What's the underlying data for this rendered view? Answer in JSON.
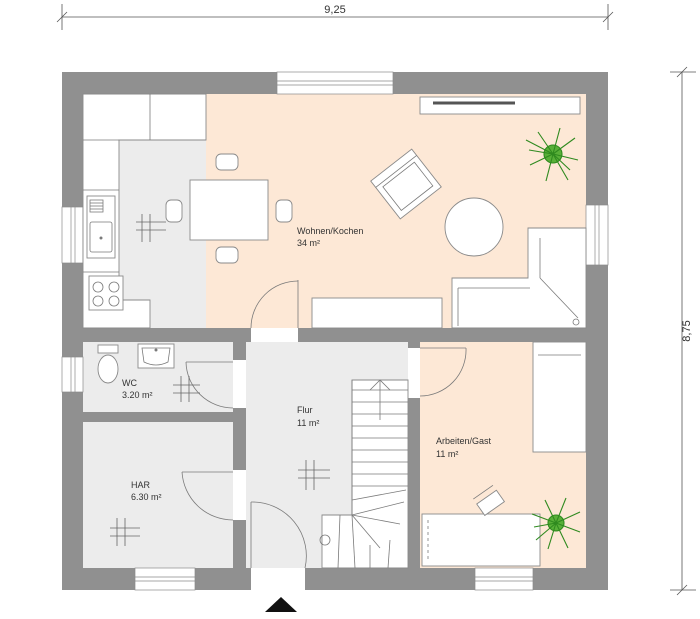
{
  "dimensions": {
    "width_label": "9,25",
    "height_label": "8,75"
  },
  "rooms": {
    "living": {
      "name": "Wohnen/Kochen",
      "area": "34 m²"
    },
    "wc": {
      "name": "WC",
      "area": "3.20 m²"
    },
    "har": {
      "name": "HAR",
      "area": "6.30 m²"
    },
    "hall": {
      "name": "Flur",
      "area": "11 m²"
    },
    "office": {
      "name": "Arbeiten/Gast",
      "area": "11 m²"
    }
  },
  "colors": {
    "wall": "#909090",
    "floor_gray": "#ececec",
    "floor_warm": "#fde8d6",
    "line": "#7a7a7a"
  },
  "icons": {
    "entrance": "triangle-up-icon",
    "plant": "plant-icon"
  }
}
